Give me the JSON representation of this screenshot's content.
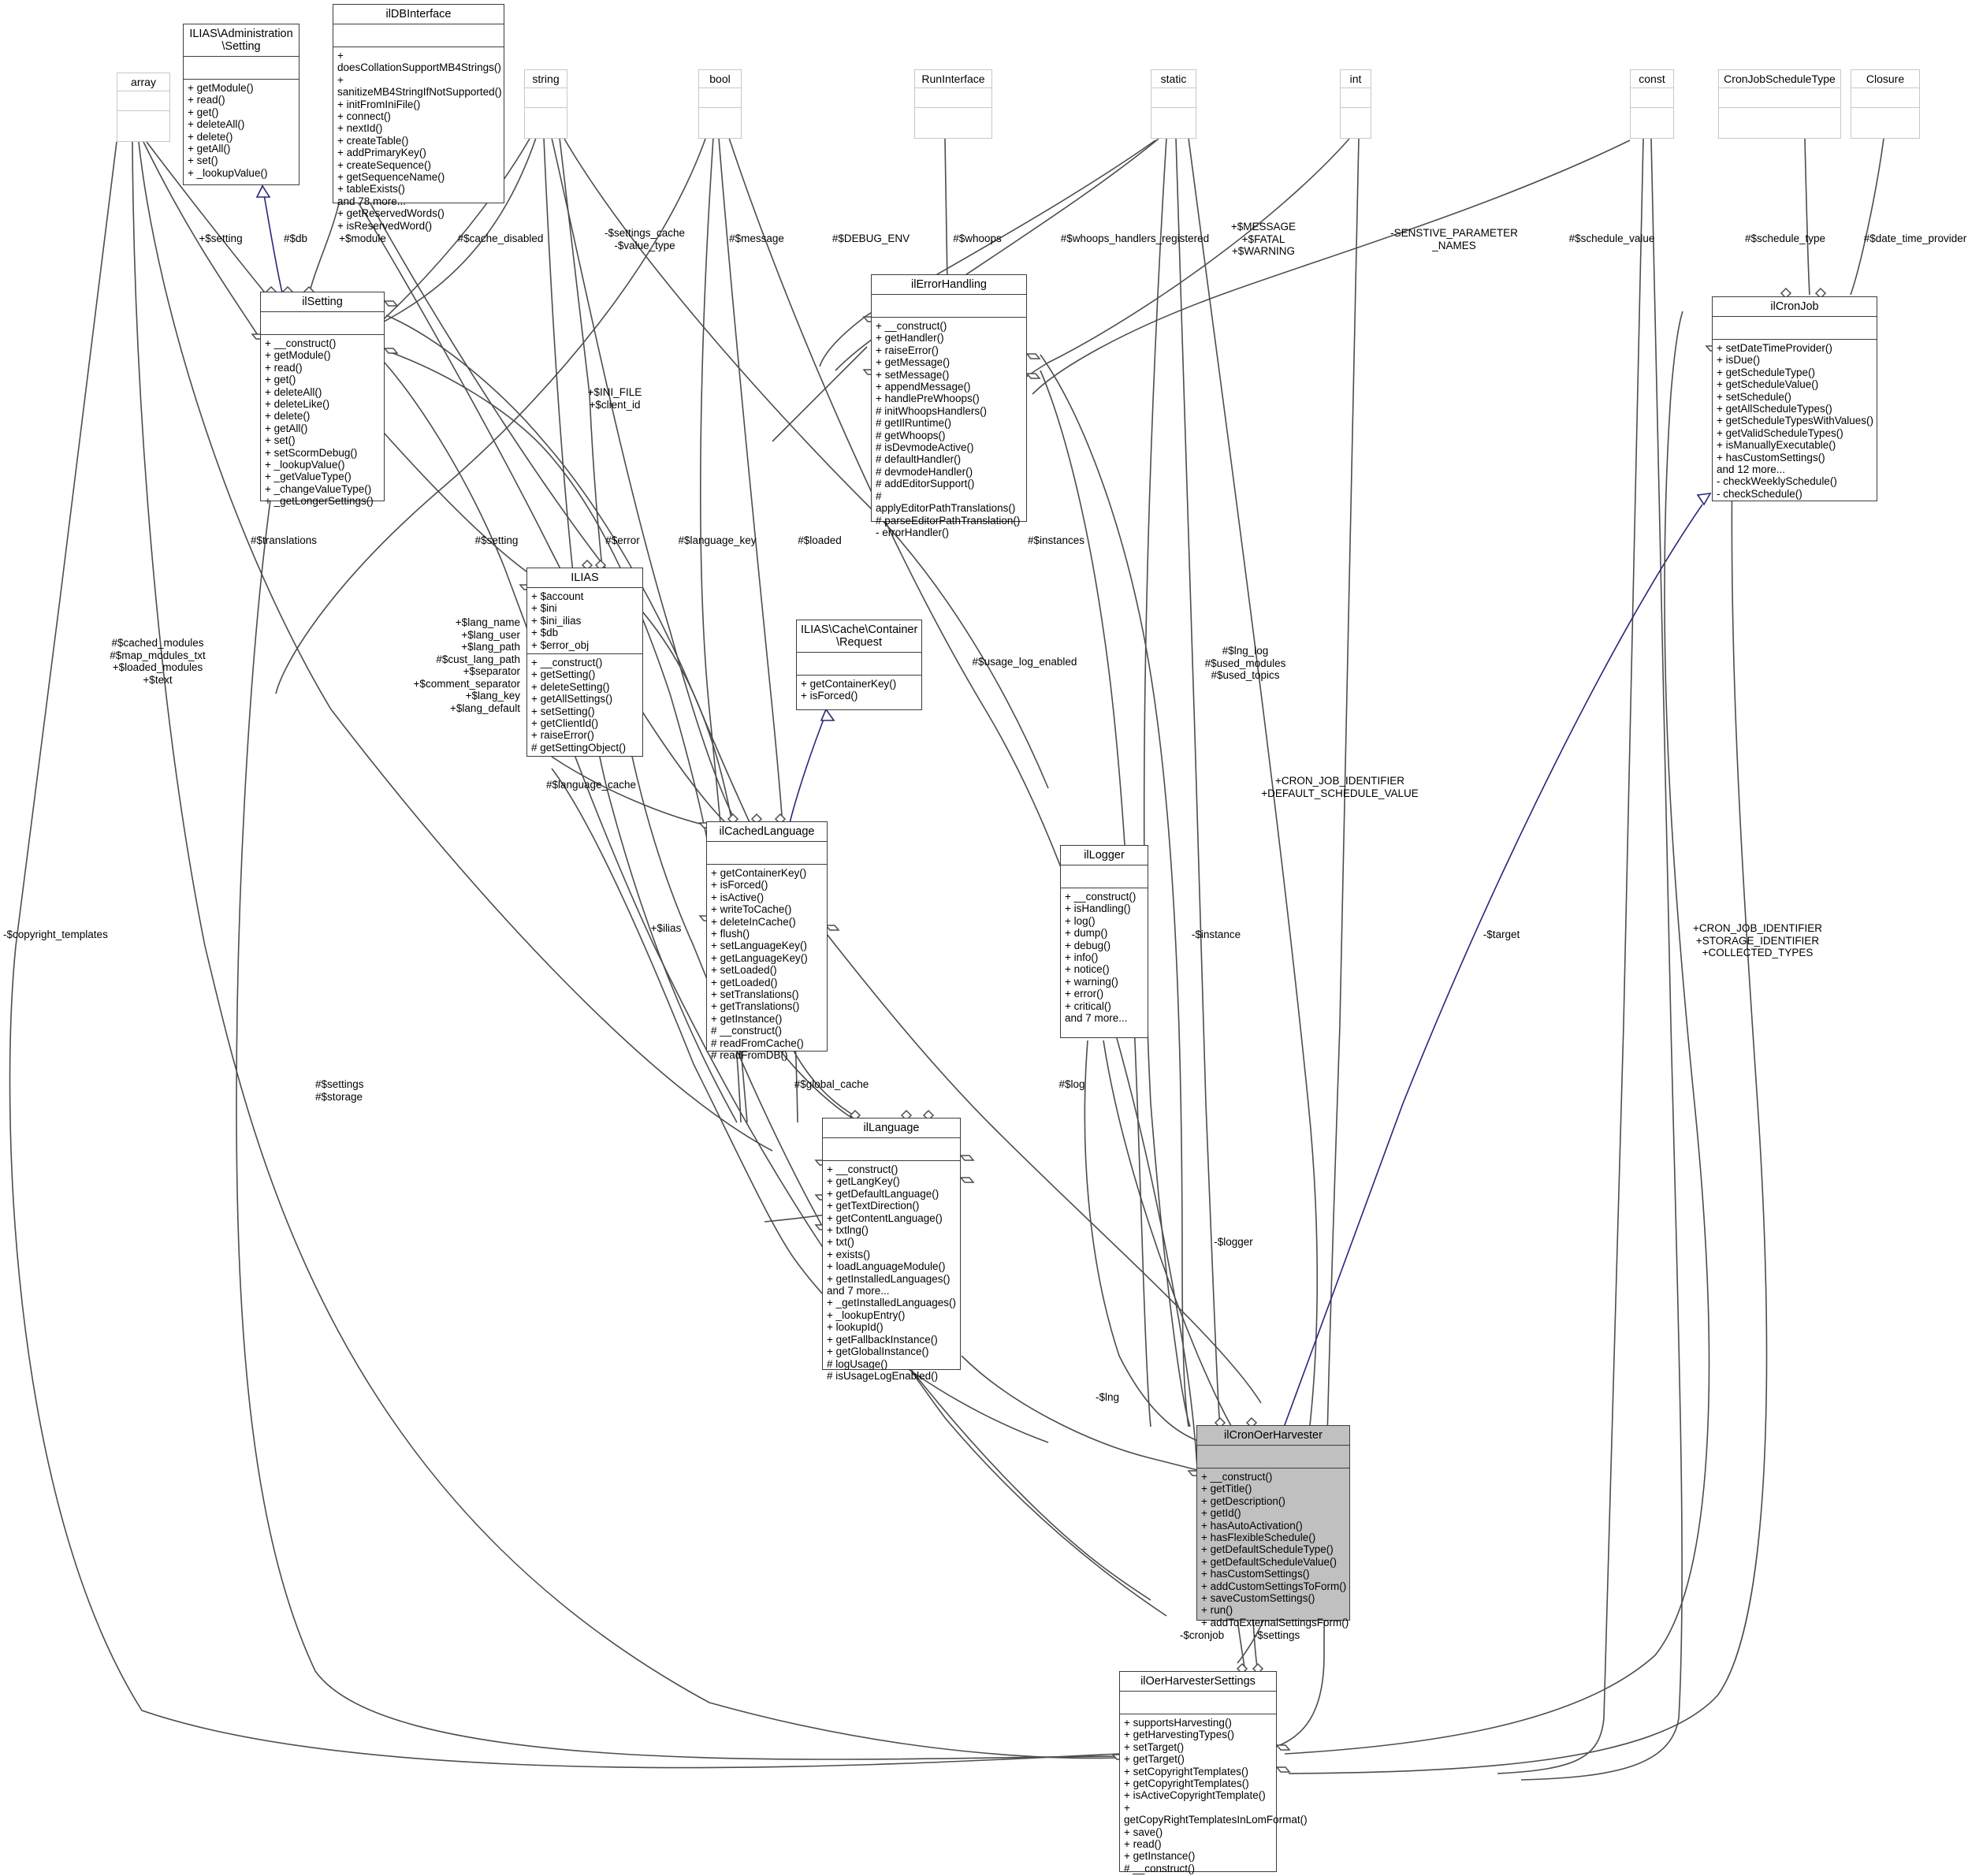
{
  "diagram": {
    "title": "ilCronOerHarvester collaboration diagram",
    "type": "uml-class-collaboration",
    "highlight_color": "#c0c0c0",
    "inheritance_color": "#27277a",
    "edge_color": "#4d4d4d"
  },
  "nodes": {
    "array": {
      "name": "array",
      "attrs": [],
      "ops": []
    },
    "ilias_admin_setting": {
      "name": "ILIAS\\Administration\n\\Setting",
      "attrs": [],
      "ops": [
        "+ getModule()",
        "+ read()",
        "+ get()",
        "+ deleteAll()",
        "+ delete()",
        "+ getAll()",
        "+ set()",
        "+ _lookupValue()"
      ]
    },
    "ilDBInterface": {
      "name": "ilDBInterface",
      "attrs": [],
      "ops": [
        "+ doesCollationSupportMB4Strings()",
        "+ sanitizeMB4StringIfNotSupported()",
        "+ initFromIniFile()",
        "+ connect()",
        "+ nextId()",
        "+ createTable()",
        "+ addPrimaryKey()",
        "+ createSequence()",
        "+ getSequenceName()",
        "+ tableExists()",
        "and 78 more...",
        "+ getReservedWords()",
        "+ isReservedWord()"
      ]
    },
    "string": {
      "name": "string",
      "attrs": [],
      "ops": []
    },
    "bool": {
      "name": "bool",
      "attrs": [],
      "ops": []
    },
    "RunInterface": {
      "name": "RunInterface",
      "attrs": [],
      "ops": []
    },
    "static": {
      "name": "static",
      "attrs": [],
      "ops": []
    },
    "int": {
      "name": "int",
      "attrs": [],
      "ops": []
    },
    "const": {
      "name": "const",
      "attrs": [],
      "ops": []
    },
    "CronJobScheduleType": {
      "name": "CronJobScheduleType",
      "attrs": [],
      "ops": []
    },
    "Closure": {
      "name": "Closure",
      "attrs": [],
      "ops": []
    },
    "ilSetting": {
      "name": "ilSetting",
      "attrs": [],
      "ops": [
        "+ __construct()",
        "+ getModule()",
        "+ read()",
        "+ get()",
        "+ deleteAll()",
        "+ deleteLike()",
        "+ delete()",
        "+ getAll()",
        "+ set()",
        "+ setScormDebug()",
        "+ _lookupValue()",
        "+ _getValueType()",
        "+ _changeValueType()",
        "+ _getLongerSettings()"
      ]
    },
    "ilErrorHandling": {
      "name": "ilErrorHandling",
      "attrs": [],
      "ops": [
        "+ __construct()",
        "+ getHandler()",
        "+ raiseError()",
        "+ getMessage()",
        "+ setMessage()",
        "+ appendMessage()",
        "+ handlePreWhoops()",
        "# initWhoopsHandlers()",
        "# getIlRuntime()",
        "# getWhoops()",
        "# isDevmodeActive()",
        "# defaultHandler()",
        "# devmodeHandler()",
        "# addEditorSupport()",
        "# applyEditorPathTranslations()",
        "# parseEditorPathTranslation()",
        "- errorHandler()"
      ]
    },
    "ilCronJob": {
      "name": "ilCronJob",
      "attrs": [],
      "ops": [
        "+ setDateTimeProvider()",
        "+ isDue()",
        "+ getScheduleType()",
        "+ getScheduleValue()",
        "+ setSchedule()",
        "+ getAllScheduleTypes()",
        "+ getScheduleTypesWithValues()",
        "+ getValidScheduleTypes()",
        "+ isManuallyExecutable()",
        "+ hasCustomSettings()",
        "and 12 more...",
        "- checkWeeklySchedule()",
        "- checkSchedule()"
      ]
    },
    "ILIAS": {
      "name": "ILIAS",
      "attrs": [
        "+ $account",
        "+ $ini",
        "+ $ini_ilias",
        "+ $db",
        "+ $error_obj"
      ],
      "ops": [
        "+ __construct()",
        "+ getSetting()",
        "+ deleteSetting()",
        "+ getAllSettings()",
        "+ setSetting()",
        "+ getClientId()",
        "+ raiseError()",
        "# getSettingObject()"
      ]
    },
    "ilias_cache_container_request": {
      "name": "ILIAS\\Cache\\Container\n\\Request",
      "attrs": [],
      "ops": [
        "+ getContainerKey()",
        "+ isForced()"
      ]
    },
    "ilCachedLanguage": {
      "name": "ilCachedLanguage",
      "attrs": [],
      "ops": [
        "+ getContainerKey()",
        "+ isForced()",
        "+ isActive()",
        "+ writeToCache()",
        "+ deleteInCache()",
        "+ flush()",
        "+ setLanguageKey()",
        "+ getLanguageKey()",
        "+ setLoaded()",
        "+ getLoaded()",
        "+ setTranslations()",
        "+ getTranslations()",
        "+ getInstance()",
        "# __construct()",
        "# readFromCache()",
        "# readFromDB()"
      ]
    },
    "ilLogger": {
      "name": "ilLogger",
      "attrs": [],
      "ops": [
        "+ __construct()",
        "+ isHandling()",
        "+ log()",
        "+ dump()",
        "+ debug()",
        "+ info()",
        "+ notice()",
        "+ warning()",
        "+ error()",
        "+ critical()",
        "and 7 more..."
      ]
    },
    "ilLanguage": {
      "name": "ilLanguage",
      "attrs": [],
      "ops": [
        "+ __construct()",
        "+ getLangKey()",
        "+ getDefaultLanguage()",
        "+ getTextDirection()",
        "+ getContentLanguage()",
        "+ txtlng()",
        "+ txt()",
        "+ exists()",
        "+ loadLanguageModule()",
        "+ getInstalledLanguages()",
        "and 7 more...",
        "+ _getInstalledLanguages()",
        "+ _lookupEntry()",
        "+ lookupId()",
        "+ getFallbackInstance()",
        "+ getGlobalInstance()",
        "# logUsage()",
        "# isUsageLogEnabled()"
      ]
    },
    "ilCronOerHarvester": {
      "name": "ilCronOerHarvester",
      "attrs": [],
      "ops": [
        "+ __construct()",
        "+ getTitle()",
        "+ getDescription()",
        "+ getId()",
        "+ hasAutoActivation()",
        "+ hasFlexibleSchedule()",
        "+ getDefaultScheduleType()",
        "+ getDefaultScheduleValue()",
        "+ hasCustomSettings()",
        "+ addCustomSettingsToForm()",
        "+ saveCustomSettings()",
        "+ run()",
        "+ addToExternalSettingsForm()"
      ]
    },
    "ilOerHarvesterSettings": {
      "name": "ilOerHarvesterSettings",
      "attrs": [],
      "ops": [
        "+ supportsHarvesting()",
        "+ getHarvestingTypes()",
        "+ setTarget()",
        "+ getTarget()",
        "+ setCopyrightTemplates()",
        "+ getCopyrightTemplates()",
        "+ isActiveCopyrightTemplate()",
        "+ getCopyRightTemplatesInLomFormat()",
        "+ save()",
        "+ read()",
        "+ getInstance()",
        "# __construct()"
      ]
    }
  },
  "edge_labels": {
    "setting": "+$setting",
    "db": "#$db",
    "module": "+$module",
    "cache_disabled": "#$cache_disabled",
    "settings_cache": "-$settings_cache\n-$value_type",
    "message": "#$message",
    "debug_env": "#$DEBUG_ENV",
    "whoops": "#$whoops",
    "whoops_handlers_registered": "#$whoops_handlers_registered",
    "message_fatal_warning": "+$MESSAGE\n+$FATAL\n+$WARNING",
    "senstive_parameter_names": "-SENSTIVE_PARAMETER\n_NAMES",
    "schedule_value": "#$schedule_value",
    "schedule_type": "#$schedule_type",
    "date_time_provider": "#$date_time_provider",
    "ini_file_client_id": "+$INI_FILE\n+$client_id",
    "translations": "#$translations",
    "setting2": "#$setting",
    "error": "#$error",
    "language_key": "#$language_key",
    "loaded": "#$loaded",
    "instances": "#$instances",
    "cached_modules": "#$cached_modules\n#$map_modules_txt\n+$loaded_modules\n+$text",
    "lang_block": "+$lang_name\n+$lang_user\n+$lang_path\n#$cust_lang_path\n+$separator\n+$comment_separator\n+$lang_key\n+$lang_default",
    "usage_log_enabled": "#$usage_log_enabled",
    "lng_log": "#$lng_log\n#$used_modules\n#$used_topics",
    "cron_job_identifier_default": "+CRON_JOB_IDENTIFIER\n+DEFAULT_SCHEDULE_VALUE",
    "language_cache": "#$language_cache",
    "ilias_ref": "+$ilias",
    "copyright_templates": "-$copyright_templates",
    "settings_storage": "#$settings\n#$storage",
    "global_cache": "#$global_cache",
    "log": "#$log",
    "instance": "-$instance",
    "target": "-$target",
    "cron_job_identifier_storage": "+CRON_JOB_IDENTIFIER\n+STORAGE_IDENTIFIER\n+COLLECTED_TYPES",
    "logger": "-$logger",
    "lng": "-$lng",
    "cronjob": "-$cronjob",
    "settings": "-$settings"
  }
}
